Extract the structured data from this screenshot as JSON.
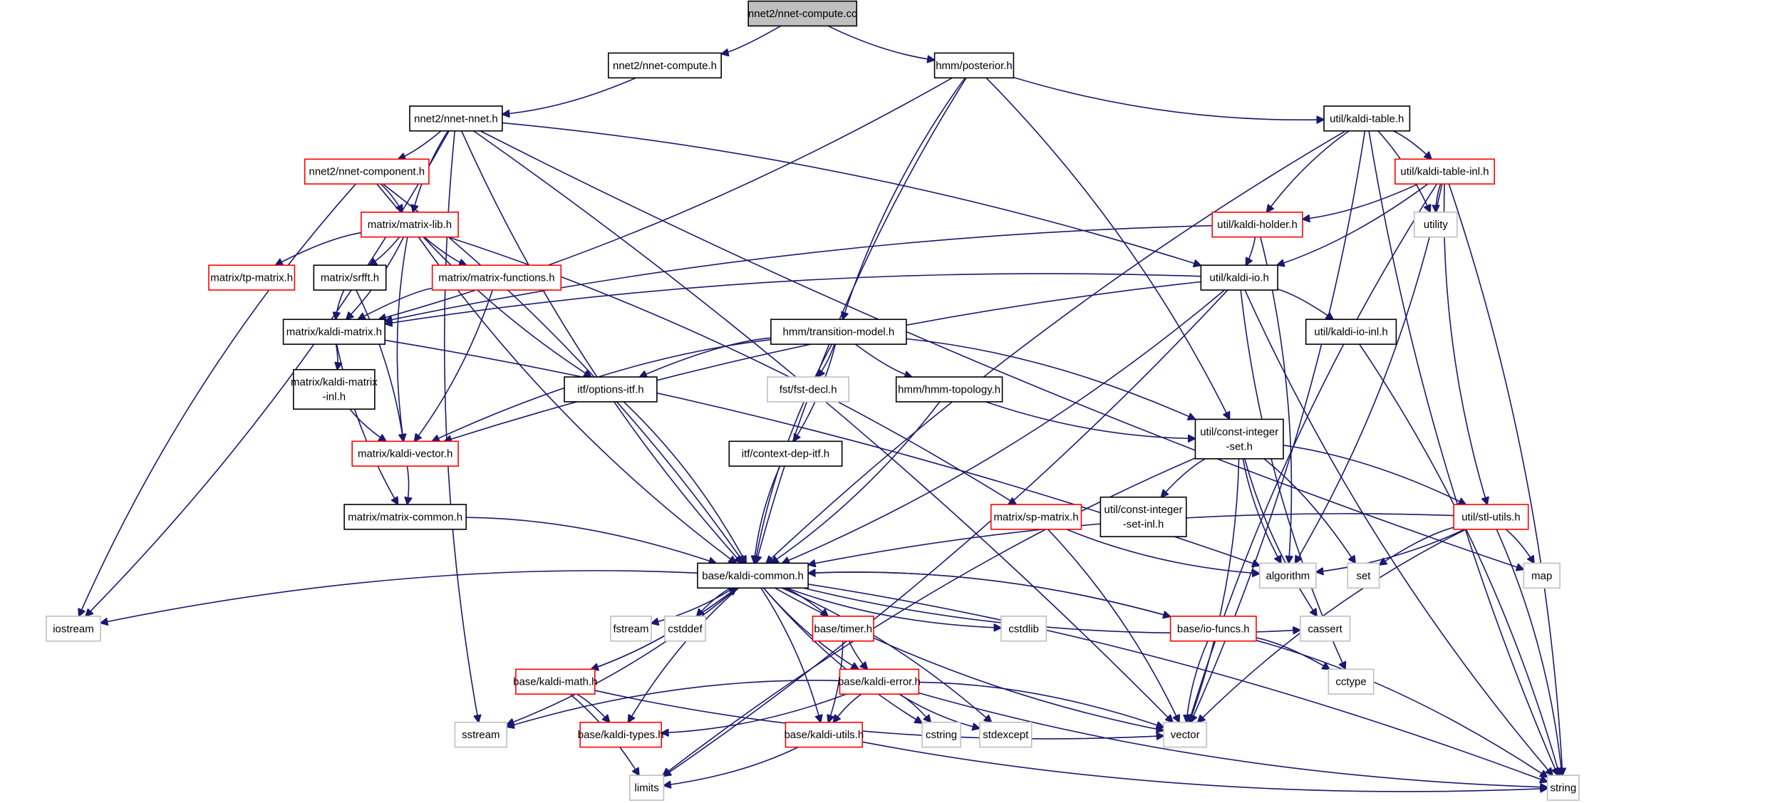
{
  "title": "nnet2/nnet-compute.cc include dependency graph",
  "colors": {
    "edge": "#191970",
    "root_fill": "#bfbfbf",
    "default_border": "#000000",
    "truncated_border": "#ff0000",
    "system_border": "#bfbfbf"
  },
  "nodes": [
    {
      "id": "n1",
      "label": [
        "nnet2/nnet-compute.cc"
      ],
      "kind": "root"
    },
    {
      "id": "n2",
      "label": [
        "nnet2/nnet-compute.h"
      ],
      "kind": "default"
    },
    {
      "id": "n3",
      "label": [
        "hmm/posterior.h"
      ],
      "kind": "default"
    },
    {
      "id": "n4",
      "label": [
        "nnet2/nnet-nnet.h"
      ],
      "kind": "default"
    },
    {
      "id": "n5",
      "label": [
        "nnet2/nnet-component.h"
      ],
      "kind": "truncated"
    },
    {
      "id": "n6",
      "label": [
        "util/kaldi-table.h"
      ],
      "kind": "default"
    },
    {
      "id": "n7",
      "label": [
        "util/kaldi-table-inl.h"
      ],
      "kind": "truncated"
    },
    {
      "id": "n8",
      "label": [
        "matrix/matrix-lib.h"
      ],
      "kind": "truncated"
    },
    {
      "id": "n9",
      "label": [
        "util/kaldi-holder.h"
      ],
      "kind": "truncated"
    },
    {
      "id": "n10",
      "label": [
        "utility"
      ],
      "kind": "system"
    },
    {
      "id": "n11",
      "label": [
        "matrix/tp-matrix.h"
      ],
      "kind": "truncated"
    },
    {
      "id": "n12",
      "label": [
        "matrix/srfft.h"
      ],
      "kind": "default"
    },
    {
      "id": "n13",
      "label": [
        "matrix/matrix-functions.h"
      ],
      "kind": "truncated"
    },
    {
      "id": "n14",
      "label": [
        "util/kaldi-io.h"
      ],
      "kind": "default"
    },
    {
      "id": "n15",
      "label": [
        "matrix/kaldi-matrix.h"
      ],
      "kind": "default"
    },
    {
      "id": "n16",
      "label": [
        "hmm/transition-model.h"
      ],
      "kind": "default"
    },
    {
      "id": "n17",
      "label": [
        "util/kaldi-io-inl.h"
      ],
      "kind": "default"
    },
    {
      "id": "n18",
      "label": [
        "matrix/kaldi-matrix",
        "-inl.h"
      ],
      "kind": "default"
    },
    {
      "id": "n19",
      "label": [
        "itf/options-itf.h"
      ],
      "kind": "default"
    },
    {
      "id": "n20",
      "label": [
        "fst/fst-decl.h"
      ],
      "kind": "system"
    },
    {
      "id": "n21",
      "label": [
        "hmm/hmm-topology.h"
      ],
      "kind": "default"
    },
    {
      "id": "n22",
      "label": [
        "util/const-integer",
        "-set.h"
      ],
      "kind": "default"
    },
    {
      "id": "n23",
      "label": [
        "matrix/kaldi-vector.h"
      ],
      "kind": "truncated"
    },
    {
      "id": "n24",
      "label": [
        "itf/context-dep-itf.h"
      ],
      "kind": "default"
    },
    {
      "id": "n25",
      "label": [
        "matrix/matrix-common.h"
      ],
      "kind": "default"
    },
    {
      "id": "n26",
      "label": [
        "util/const-integer",
        "-set-inl.h"
      ],
      "kind": "default"
    },
    {
      "id": "n27",
      "label": [
        "matrix/sp-matrix.h"
      ],
      "kind": "truncated"
    },
    {
      "id": "n28",
      "label": [
        "util/stl-utils.h"
      ],
      "kind": "truncated"
    },
    {
      "id": "n29",
      "label": [
        "base/kaldi-common.h"
      ],
      "kind": "default"
    },
    {
      "id": "n30",
      "label": [
        "algorithm"
      ],
      "kind": "system"
    },
    {
      "id": "n31",
      "label": [
        "set"
      ],
      "kind": "system"
    },
    {
      "id": "n32",
      "label": [
        "map"
      ],
      "kind": "system"
    },
    {
      "id": "n33",
      "label": [
        "iostream"
      ],
      "kind": "system"
    },
    {
      "id": "n34",
      "label": [
        "fstream"
      ],
      "kind": "system"
    },
    {
      "id": "n35",
      "label": [
        "cstddef"
      ],
      "kind": "system"
    },
    {
      "id": "n36",
      "label": [
        "base/timer.h"
      ],
      "kind": "truncated"
    },
    {
      "id": "n37",
      "label": [
        "cstdlib"
      ],
      "kind": "system"
    },
    {
      "id": "n38",
      "label": [
        "base/io-funcs.h"
      ],
      "kind": "truncated"
    },
    {
      "id": "n39",
      "label": [
        "cassert"
      ],
      "kind": "system"
    },
    {
      "id": "n40",
      "label": [
        "cctype"
      ],
      "kind": "system"
    },
    {
      "id": "n41",
      "label": [
        "base/kaldi-math.h"
      ],
      "kind": "truncated"
    },
    {
      "id": "n42",
      "label": [
        "base/kaldi-error.h"
      ],
      "kind": "truncated"
    },
    {
      "id": "n43",
      "label": [
        "sstream"
      ],
      "kind": "system"
    },
    {
      "id": "n44",
      "label": [
        "base/kaldi-types.h"
      ],
      "kind": "truncated"
    },
    {
      "id": "n45",
      "label": [
        "base/kaldi-utils.h"
      ],
      "kind": "truncated"
    },
    {
      "id": "n46",
      "label": [
        "cstring"
      ],
      "kind": "system"
    },
    {
      "id": "n47",
      "label": [
        "stdexcept"
      ],
      "kind": "system"
    },
    {
      "id": "n48",
      "label": [
        "vector"
      ],
      "kind": "system"
    },
    {
      "id": "n49",
      "label": [
        "limits"
      ],
      "kind": "system"
    },
    {
      "id": "n50",
      "label": [
        "string"
      ],
      "kind": "system"
    }
  ],
  "edges": [
    [
      "n1",
      "n2"
    ],
    [
      "n1",
      "n3"
    ],
    [
      "n2",
      "n4"
    ],
    [
      "n3",
      "n6"
    ],
    [
      "n3",
      "n15"
    ],
    [
      "n3",
      "n16"
    ],
    [
      "n3",
      "n22"
    ],
    [
      "n3",
      "n29"
    ],
    [
      "n4",
      "n5"
    ],
    [
      "n4",
      "n8"
    ],
    [
      "n4",
      "n14"
    ],
    [
      "n4",
      "n29"
    ],
    [
      "n4",
      "n33"
    ],
    [
      "n4",
      "n43"
    ],
    [
      "n4",
      "n48"
    ],
    [
      "n4",
      "n32"
    ],
    [
      "n5",
      "n8"
    ],
    [
      "n5",
      "n19"
    ],
    [
      "n5",
      "n29"
    ],
    [
      "n5",
      "n33"
    ],
    [
      "n6",
      "n7"
    ],
    [
      "n6",
      "n9"
    ],
    [
      "n6",
      "n10"
    ],
    [
      "n6",
      "n29"
    ],
    [
      "n6",
      "n48"
    ],
    [
      "n6",
      "n50"
    ],
    [
      "n7",
      "n9"
    ],
    [
      "n7",
      "n10"
    ],
    [
      "n7",
      "n14"
    ],
    [
      "n7",
      "n28"
    ],
    [
      "n7",
      "n30"
    ],
    [
      "n7",
      "n48"
    ],
    [
      "n7",
      "n50"
    ],
    [
      "n8",
      "n11"
    ],
    [
      "n8",
      "n12"
    ],
    [
      "n8",
      "n13"
    ],
    [
      "n8",
      "n15"
    ],
    [
      "n8",
      "n23"
    ],
    [
      "n8",
      "n27"
    ],
    [
      "n8",
      "n29"
    ],
    [
      "n9",
      "n14"
    ],
    [
      "n9",
      "n15"
    ],
    [
      "n9",
      "n30"
    ],
    [
      "n12",
      "n15"
    ],
    [
      "n12",
      "n23"
    ],
    [
      "n13",
      "n15"
    ],
    [
      "n13",
      "n23"
    ],
    [
      "n14",
      "n15"
    ],
    [
      "n14",
      "n17"
    ],
    [
      "n14",
      "n23"
    ],
    [
      "n14",
      "n29"
    ],
    [
      "n14",
      "n40"
    ],
    [
      "n14",
      "n49"
    ],
    [
      "n14",
      "n50"
    ],
    [
      "n15",
      "n18"
    ],
    [
      "n15",
      "n25"
    ],
    [
      "n15",
      "n30"
    ],
    [
      "n16",
      "n19"
    ],
    [
      "n16",
      "n20"
    ],
    [
      "n16",
      "n21"
    ],
    [
      "n16",
      "n22"
    ],
    [
      "n16",
      "n23"
    ],
    [
      "n16",
      "n24"
    ],
    [
      "n16",
      "n29"
    ],
    [
      "n17",
      "n50"
    ],
    [
      "n18",
      "n23"
    ],
    [
      "n19",
      "n29"
    ],
    [
      "n21",
      "n22"
    ],
    [
      "n21",
      "n29"
    ],
    [
      "n22",
      "n26"
    ],
    [
      "n22",
      "n28"
    ],
    [
      "n22",
      "n30"
    ],
    [
      "n22",
      "n31"
    ],
    [
      "n22",
      "n39"
    ],
    [
      "n22",
      "n48"
    ],
    [
      "n22",
      "n49"
    ],
    [
      "n23",
      "n25"
    ],
    [
      "n24",
      "n29"
    ],
    [
      "n25",
      "n29"
    ],
    [
      "n27",
      "n30"
    ],
    [
      "n27",
      "n48"
    ],
    [
      "n28",
      "n29"
    ],
    [
      "n28",
      "n30"
    ],
    [
      "n28",
      "n31"
    ],
    [
      "n28",
      "n32"
    ],
    [
      "n28",
      "n48"
    ],
    [
      "n28",
      "n50"
    ],
    [
      "n29",
      "n33"
    ],
    [
      "n29",
      "n34"
    ],
    [
      "n29",
      "n35"
    ],
    [
      "n29",
      "n36"
    ],
    [
      "n29",
      "n37"
    ],
    [
      "n29",
      "n38"
    ],
    [
      "n29",
      "n39"
    ],
    [
      "n29",
      "n41"
    ],
    [
      "n29",
      "n42"
    ],
    [
      "n29",
      "n43"
    ],
    [
      "n29",
      "n44"
    ],
    [
      "n29",
      "n45"
    ],
    [
      "n29",
      "n46"
    ],
    [
      "n29",
      "n47"
    ],
    [
      "n29",
      "n48"
    ],
    [
      "n29",
      "n50"
    ],
    [
      "n36",
      "n42"
    ],
    [
      "n36",
      "n45"
    ],
    [
      "n38",
      "n29"
    ],
    [
      "n38",
      "n40"
    ],
    [
      "n38",
      "n48"
    ],
    [
      "n38",
      "n50"
    ],
    [
      "n41",
      "n29"
    ],
    [
      "n41",
      "n44"
    ],
    [
      "n41",
      "n48"
    ],
    [
      "n41",
      "n49"
    ],
    [
      "n42",
      "n43"
    ],
    [
      "n42",
      "n44"
    ],
    [
      "n42",
      "n45"
    ],
    [
      "n42",
      "n46"
    ],
    [
      "n42",
      "n47"
    ],
    [
      "n42",
      "n48"
    ],
    [
      "n42",
      "n50"
    ],
    [
      "n45",
      "n49"
    ],
    [
      "n45",
      "n50"
    ]
  ]
}
